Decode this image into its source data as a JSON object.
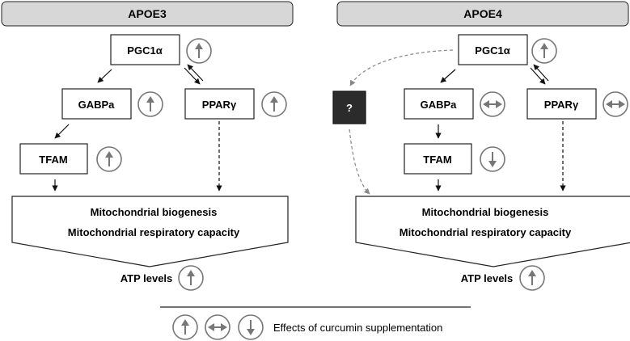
{
  "panels": [
    {
      "title": "APOE3",
      "pgc1a": "PGC1α",
      "pgc1a_effect": "up",
      "gabpa": "GABPa",
      "gabpa_effect": "up",
      "ppary": "PPARγ",
      "ppary_effect": "up",
      "tfam": "TFAM",
      "tfam_effect": "up",
      "outcome_line1": "Mitochondrial biogenesis",
      "outcome_line2": "Mitochondrial respiratory capacity",
      "atp": "ATP levels",
      "atp_effect": "up"
    },
    {
      "title": "APOE4",
      "unknown": "?",
      "pgc1a": "PGC1α",
      "pgc1a_effect": "up",
      "gabpa": "GABPa",
      "gabpa_effect": "no-change",
      "ppary": "PPARγ",
      "ppary_effect": "no-change",
      "tfam": "TFAM",
      "tfam_effect": "down",
      "outcome_line1": "Mitochondrial biogenesis",
      "outcome_line2": "Mitochondrial respiratory capacity",
      "atp": "ATP levels",
      "atp_effect": "up"
    }
  ],
  "legend": {
    "icons": [
      "up-arrow-icon",
      "left-right-arrow-icon",
      "down-arrow-icon"
    ],
    "text": "Effects of curcumin supplementation"
  },
  "colors": {
    "header_fill": "#d7d7d7",
    "icon_gray": "#777777",
    "unknown_fill": "#2b2b2b"
  }
}
